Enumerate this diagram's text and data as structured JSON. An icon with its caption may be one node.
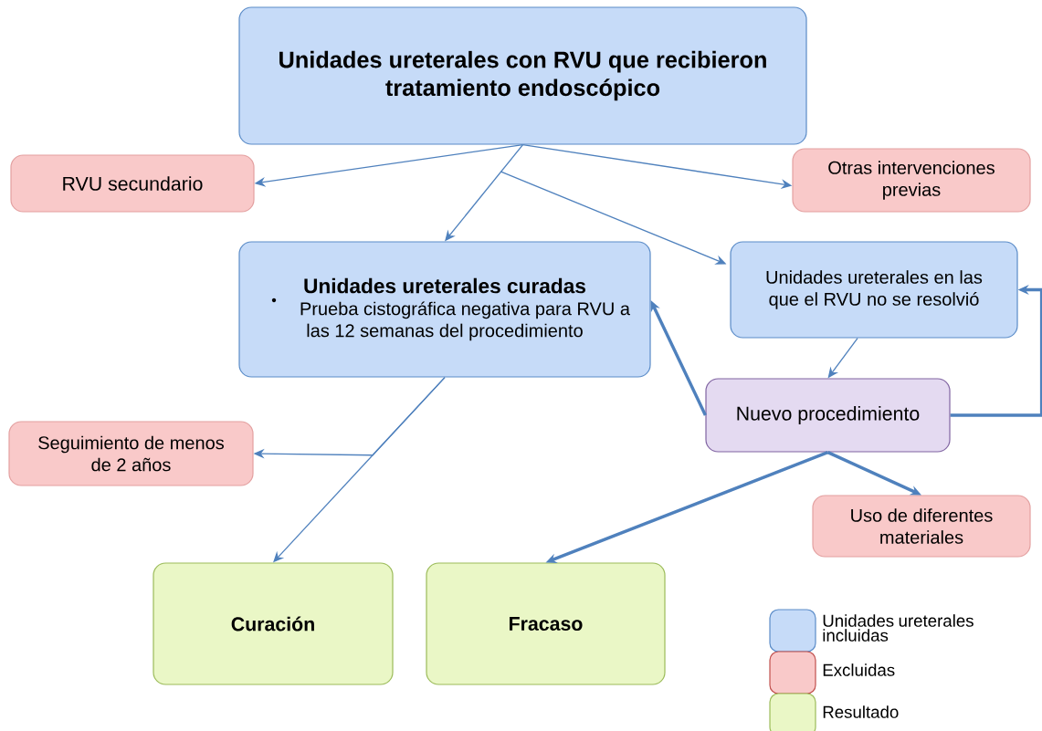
{
  "diagram": {
    "nodes": [
      {
        "text": [
          "Unidades ureterales con RVU que recibieron tratamiento endoscópico"
        ]
      },
      {
        "text": [
          "RVU secundario"
        ]
      },
      {
        "text": [
          "Otras intervenciones previas"
        ]
      },
      {
        "text": [
          "Unidades ureterales curadas",
          "Prueba cistográfica negativa para RVU a las 12 semanas del procedimiento"
        ]
      },
      {
        "text": [
          "Unidades ureterales en las que el RVU no se resolvió"
        ]
      },
      {
        "text": [
          "Nuevo procedimiento"
        ]
      },
      {
        "text": [
          "Seguimiento de menos de 2 años"
        ]
      },
      {
        "text": [
          "Uso de diferentes materiales"
        ]
      },
      {
        "text": [
          "Curación"
        ]
      },
      {
        "text": [
          "Fracaso"
        ]
      }
    ],
    "edges": [
      {
        "from": 0,
        "to": 1,
        "arrow": "to"
      },
      {
        "from": 0,
        "to": 2,
        "arrow": "to"
      },
      {
        "from": 0,
        "to": 3,
        "arrow": "to"
      },
      {
        "from": 0,
        "to": 4,
        "arrow": "to"
      },
      {
        "from": 4,
        "to": 5,
        "arrow": "to"
      },
      {
        "from": 5,
        "to": 4,
        "arrow": "to",
        "style": "thick"
      },
      {
        "from": 5,
        "to": 3,
        "arrow": "to",
        "style": "thick"
      },
      {
        "from": 3,
        "to": 6,
        "arrow": "to"
      },
      {
        "from": 3,
        "to": 8,
        "arrow": "to"
      },
      {
        "from": 5,
        "to": 7,
        "arrow": "to",
        "style": "thick"
      },
      {
        "from": 5,
        "to": 9,
        "arrow": "to",
        "style": "thick"
      }
    ],
    "legend": [
      {
        "text": "Unidades ureterales incluidas",
        "color": "#c6dbf8"
      },
      {
        "text": "Excluidas",
        "color": "#f9c9c9"
      },
      {
        "text": "Resultado",
        "color": "#eaf7c6"
      }
    ]
  }
}
